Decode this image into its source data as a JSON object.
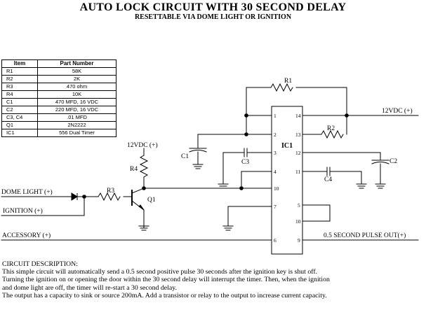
{
  "title": "AUTO LOCK CIRCUIT WITH 30 SECOND DELAY",
  "subtitle": "RESETTABLE VIA DOME LIGHT OR IGNITION",
  "parts_table": {
    "headers": [
      "Item",
      "Part Number"
    ],
    "rows": [
      {
        "item": "R1",
        "part": "58K"
      },
      {
        "item": "R2",
        "part": "2K"
      },
      {
        "item": "R3",
        "part": "470 ohm"
      },
      {
        "item": "R4",
        "part": "10K"
      },
      {
        "item": "C1",
        "part": "470 MFD, 16 VDC"
      },
      {
        "item": "C2",
        "part": "220 MFD, 16 VDC"
      },
      {
        "item": "C3, C4",
        "part": ".01 MFD"
      },
      {
        "item": "Q1",
        "part": "2N2222"
      },
      {
        "item": "IC1",
        "part": "556 Dual Timer"
      }
    ]
  },
  "schematic": {
    "inputs": {
      "dome_light": "DOME LIGHT (+)",
      "ignition": "IGNITION (+)",
      "accessory": "ACCESSORY (+)"
    },
    "supply_top": "12VDC (+)",
    "supply_right": "12VDC (+)",
    "output": "0.5 SECOND PULSE OUT(+)",
    "components": {
      "r1": "R1",
      "r2": "R2",
      "r3": "R3",
      "r4": "R4",
      "c1": "C1",
      "c2": "C2",
      "c3": "C3",
      "c4": "C4",
      "q1": "Q1",
      "ic1": "IC1"
    },
    "ic_pins": {
      "p1": "1",
      "p2": "2",
      "p3": "3",
      "p4": "4",
      "p10": "10",
      "p7": "7",
      "p6": "6",
      "p14": "14",
      "p13": "13",
      "p12": "12",
      "p11": "11",
      "p5": "5",
      "p10r": "10",
      "p9": "9"
    }
  },
  "description": {
    "heading": "CIRCUIT DESCRIPTION:",
    "lines": [
      "This simple circuit will automatically send a 0.5 second positive pulse 30 seconds after the ignition key is shut off.",
      "Turning the ignition on or opening the door within the 30 second delay will interrupt the timer. Then, when the ignition",
      "and dome light are off, the timer will re-start a 30 second delay.",
      "The output has a capacity to sink or source 200mA. Add a transistor or relay to the output to increase current capacity."
    ]
  }
}
